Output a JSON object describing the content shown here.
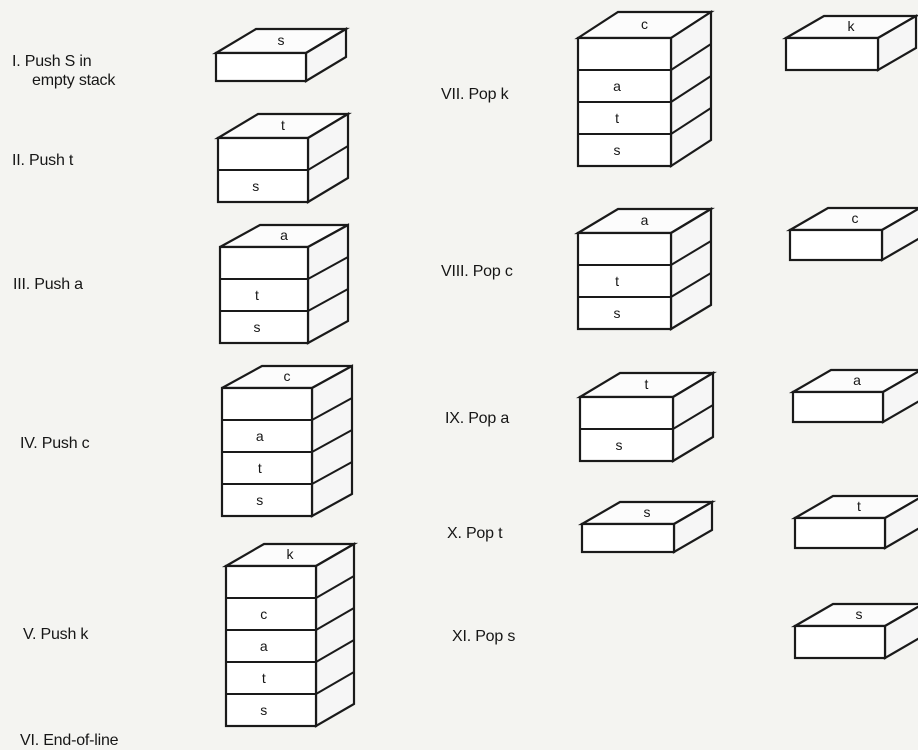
{
  "steps": [
    {
      "label": "I. Push S in",
      "label2": "empty stack",
      "stack": [
        "s"
      ],
      "popped": null
    },
    {
      "label": "II. Push t",
      "stack": [
        "s",
        "t"
      ],
      "popped": null
    },
    {
      "label": "III. Push a",
      "stack": [
        "s",
        "t",
        "a"
      ],
      "popped": null
    },
    {
      "label": "IV. Push c",
      "stack": [
        "s",
        "t",
        "a",
        "c"
      ],
      "popped": null
    },
    {
      "label": "V. Push k",
      "stack": [
        "s",
        "t",
        "a",
        "c",
        "k"
      ],
      "popped": null
    },
    {
      "label": "VI. End-of-line",
      "stack": [],
      "popped": null
    },
    {
      "label": "VII. Pop k",
      "stack": [
        "s",
        "t",
        "a",
        "c"
      ],
      "popped": "k"
    },
    {
      "label": "VIII. Pop c",
      "stack": [
        "s",
        "t",
        "a"
      ],
      "popped": "c"
    },
    {
      "label": "IX. Pop a",
      "stack": [
        "s",
        "t"
      ],
      "popped": "a"
    },
    {
      "label": "X. Pop t",
      "stack": [
        "s"
      ],
      "popped": "t"
    },
    {
      "label": "XI. Pop s",
      "stack": [],
      "popped": "s"
    }
  ]
}
